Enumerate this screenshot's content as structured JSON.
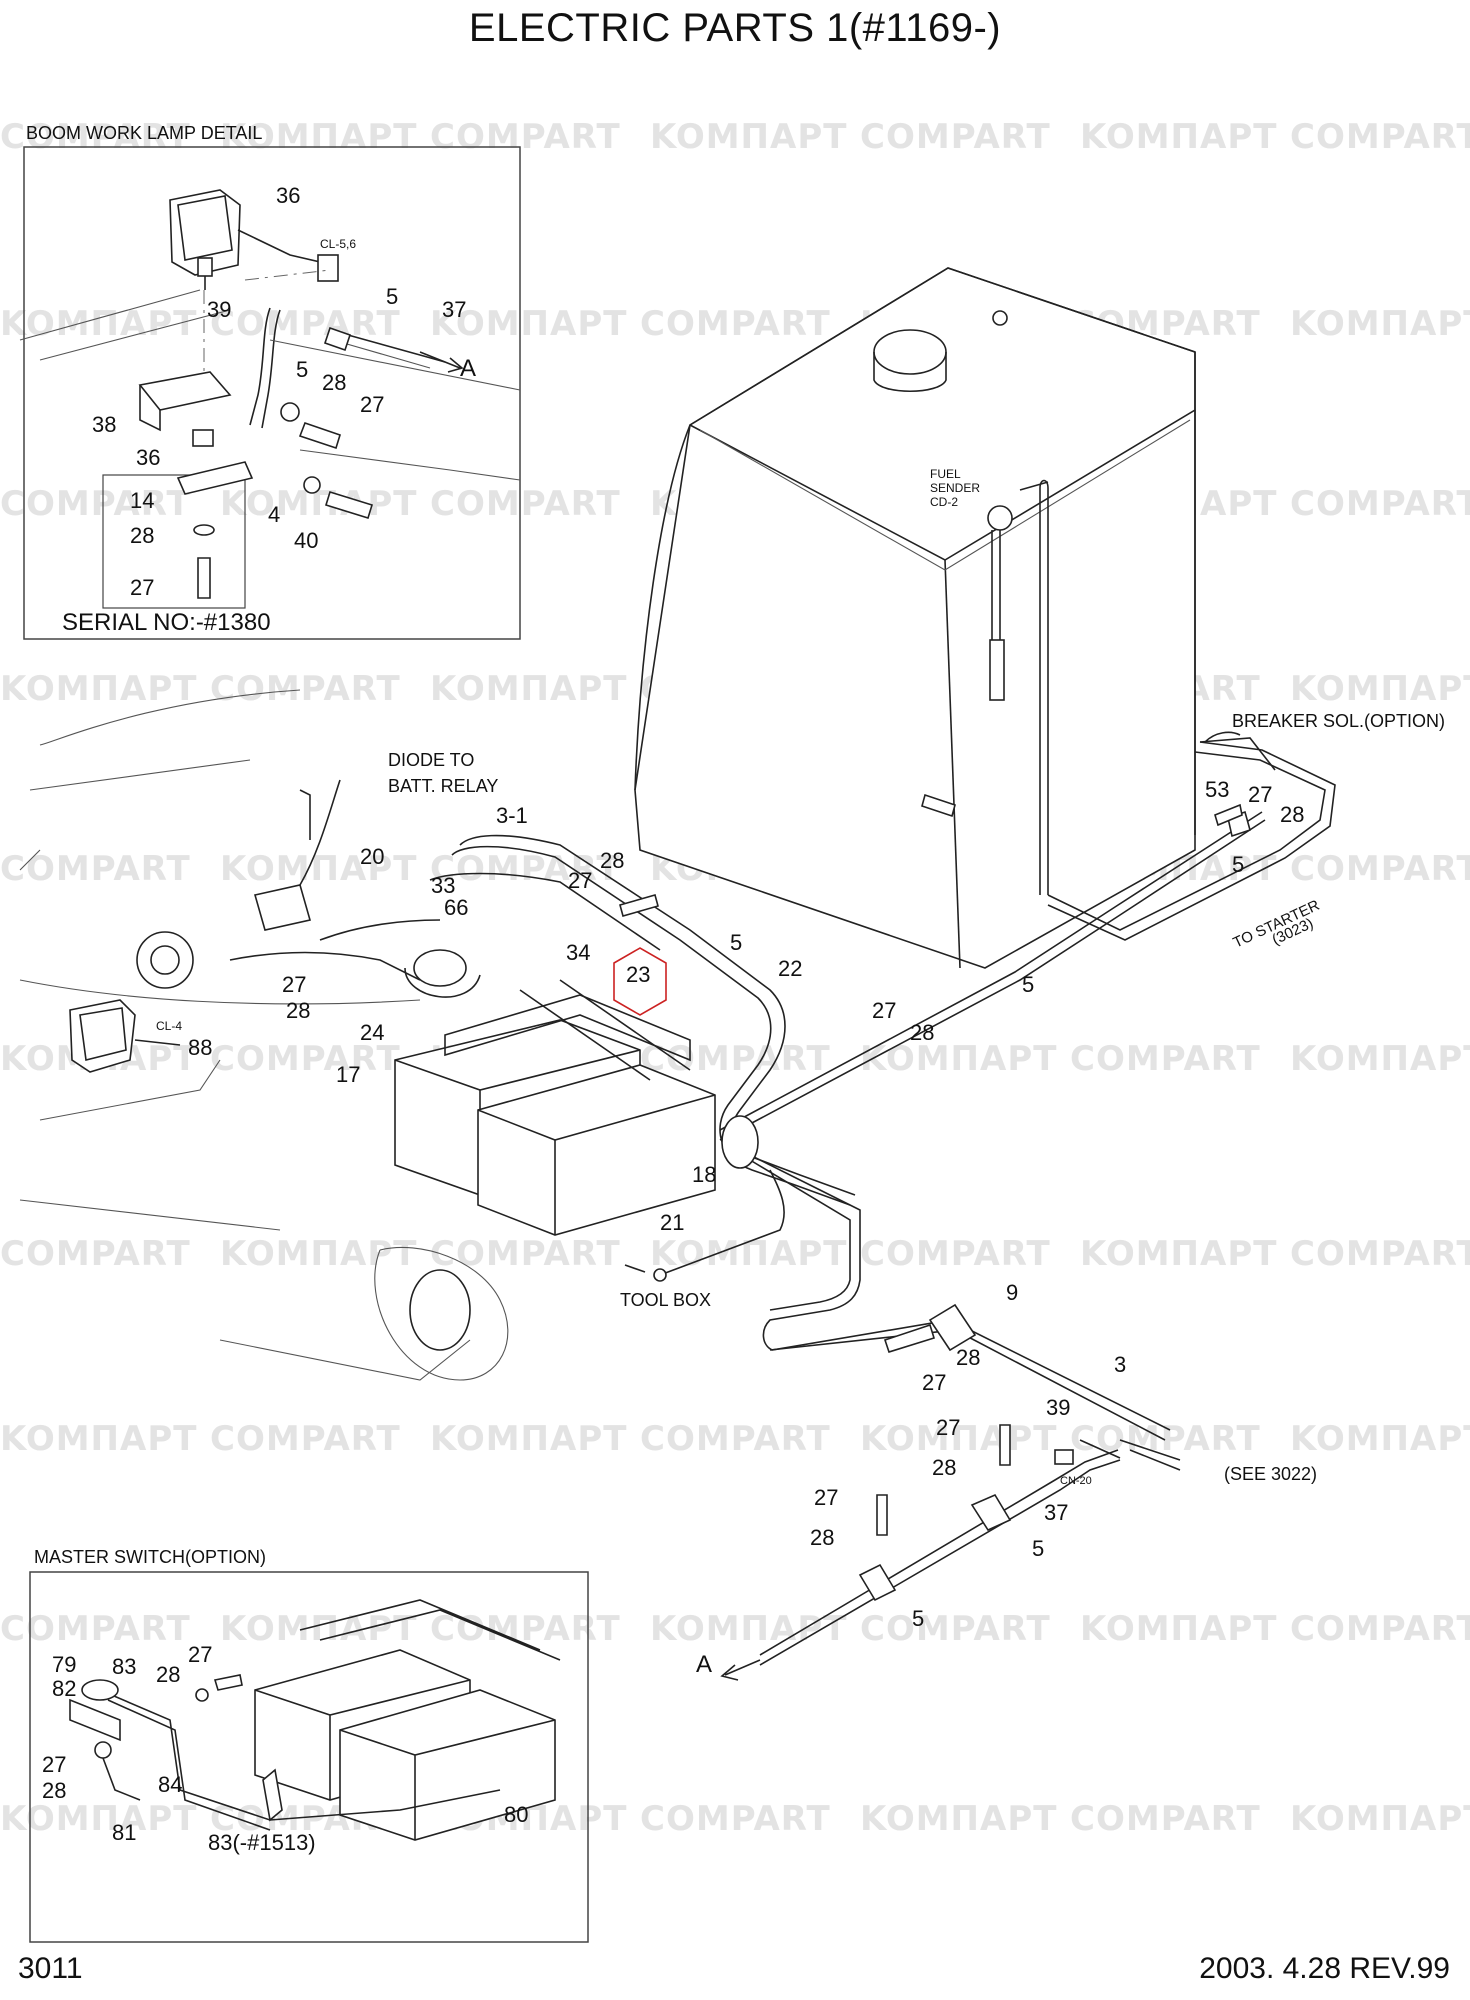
{
  "title": "ELECTRIC PARTS 1(#1169-)",
  "page_number": "3011",
  "revision": "2003. 4.28  REV.99",
  "watermark": [
    "KOMПАРТ",
    "COMPART"
  ],
  "boxes": {
    "boom_lamp": "BOOM WORK LAMP DETAIL",
    "serial": "SERIAL NO:-#1380",
    "master_switch": "MASTER SWITCH(OPTION)"
  },
  "notes": {
    "cl56": "CL-5,6",
    "diode1": "DIODE TO",
    "diode2": "BATT. RELAY",
    "fuel1": "FUEL",
    "fuel2": "SENDER",
    "fuel3": "CD-2",
    "breaker": "BREAKER SOL.(OPTION)",
    "starter1": "TO STARTER",
    "starter2": "(3023)",
    "toolbox": "TOOL BOX",
    "see3022": "(SEE 3022)",
    "cn20": "CN-20",
    "cl4": "CL-4",
    "a_top": "A",
    "a_bottom": "A"
  },
  "callouts": {
    "c36a": "36",
    "c5a": "5",
    "c37a": "37",
    "c39a": "39",
    "c5b": "5",
    "c28a": "28",
    "c27a": "27",
    "c38": "38",
    "c36b": "36",
    "c14": "14",
    "c4": "4",
    "c28b": "28",
    "c40": "40",
    "c27b": "27",
    "c3_1": "3-1",
    "c20": "20",
    "c33": "33",
    "c66": "66",
    "c28c": "28",
    "c27c": "27",
    "c34": "34",
    "c23": "23",
    "c5c": "5",
    "c22": "22",
    "c27d": "27",
    "c28d": "28",
    "c24": "24",
    "c88": "88",
    "c17": "17",
    "c18": "18",
    "c21": "21",
    "c53": "53",
    "c27e": "27",
    "c28e": "28",
    "c5d": "5",
    "c27f": "27",
    "c28f": "28",
    "c5e": "5",
    "c9": "9",
    "c28g": "28",
    "c27g": "27",
    "c3": "3",
    "c39b": "39",
    "c27h": "27",
    "c28h": "28",
    "c37b": "37",
    "c27i": "27",
    "c28i": "28",
    "c5f": "5",
    "c5g": "5",
    "c79": "79",
    "c82": "82",
    "c83": "83",
    "c28j": "28",
    "c27j": "27",
    "c27k": "27",
    "c28k": "28",
    "c84": "84",
    "c81": "81",
    "c80": "80",
    "c83b": "83(-#1513)"
  },
  "highlight_color": "#cc2222"
}
